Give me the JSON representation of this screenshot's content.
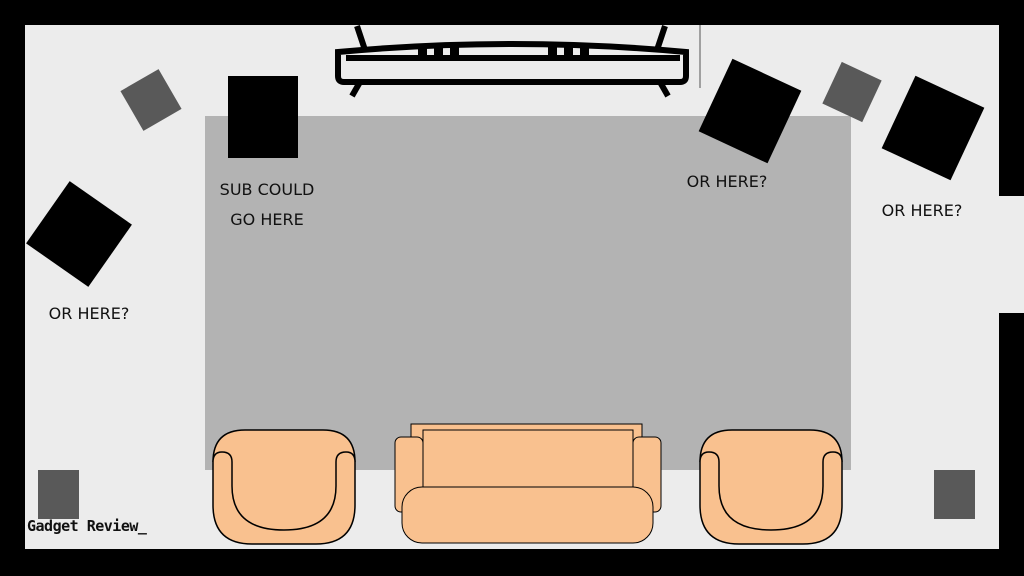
{
  "diagram": {
    "labels": {
      "sub_here": [
        "SUB COULD",
        "GO HERE"
      ],
      "or_here_left": "OR HERE?",
      "or_here_top_center": "OR HERE?",
      "or_here_right": "OR HERE?"
    },
    "brand": "Gadget Review_",
    "colors": {
      "wall": "#000000",
      "floor": "#ececec",
      "rug": "#b3b3b3",
      "subwoofer": "#000000",
      "speaker": "#595959",
      "furniture": "#f9c18f"
    }
  }
}
